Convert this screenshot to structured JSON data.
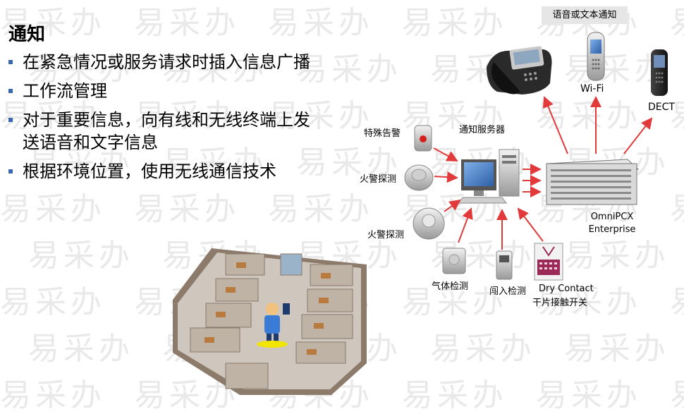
{
  "watermark_text": "易采办",
  "heading": "通知",
  "bullets": [
    "在紧急情况或服务请求时插入信息广播",
    "工作流管理",
    "对于重要信息，向有线和无线终端上发送语音和文字信息",
    "根据环境位置，使用无线通信技术"
  ],
  "diagram": {
    "top_label": "语音或文本通知",
    "wifi_label": "Wi-Fi",
    "dect_label": "DECT",
    "special_alarm": "特殊告警",
    "notification_server": "通知服务器",
    "fire_detection_1": "火警探测",
    "fire_detection_2": "火警探测",
    "gas_detection": "气体检测",
    "intrusion_detection": "闯入检测",
    "dry_contact_1": "Dry Contact",
    "dry_contact_2": "干片接触开关",
    "omnipcx_1": "OmniPCX",
    "omnipcx_2": "Enterprise"
  },
  "colors": {
    "arrow": "#e23a3a",
    "bullet": "#3a68b0",
    "label_bg": "#e6e6e6",
    "intrusion_panel": "#9b2a58"
  }
}
